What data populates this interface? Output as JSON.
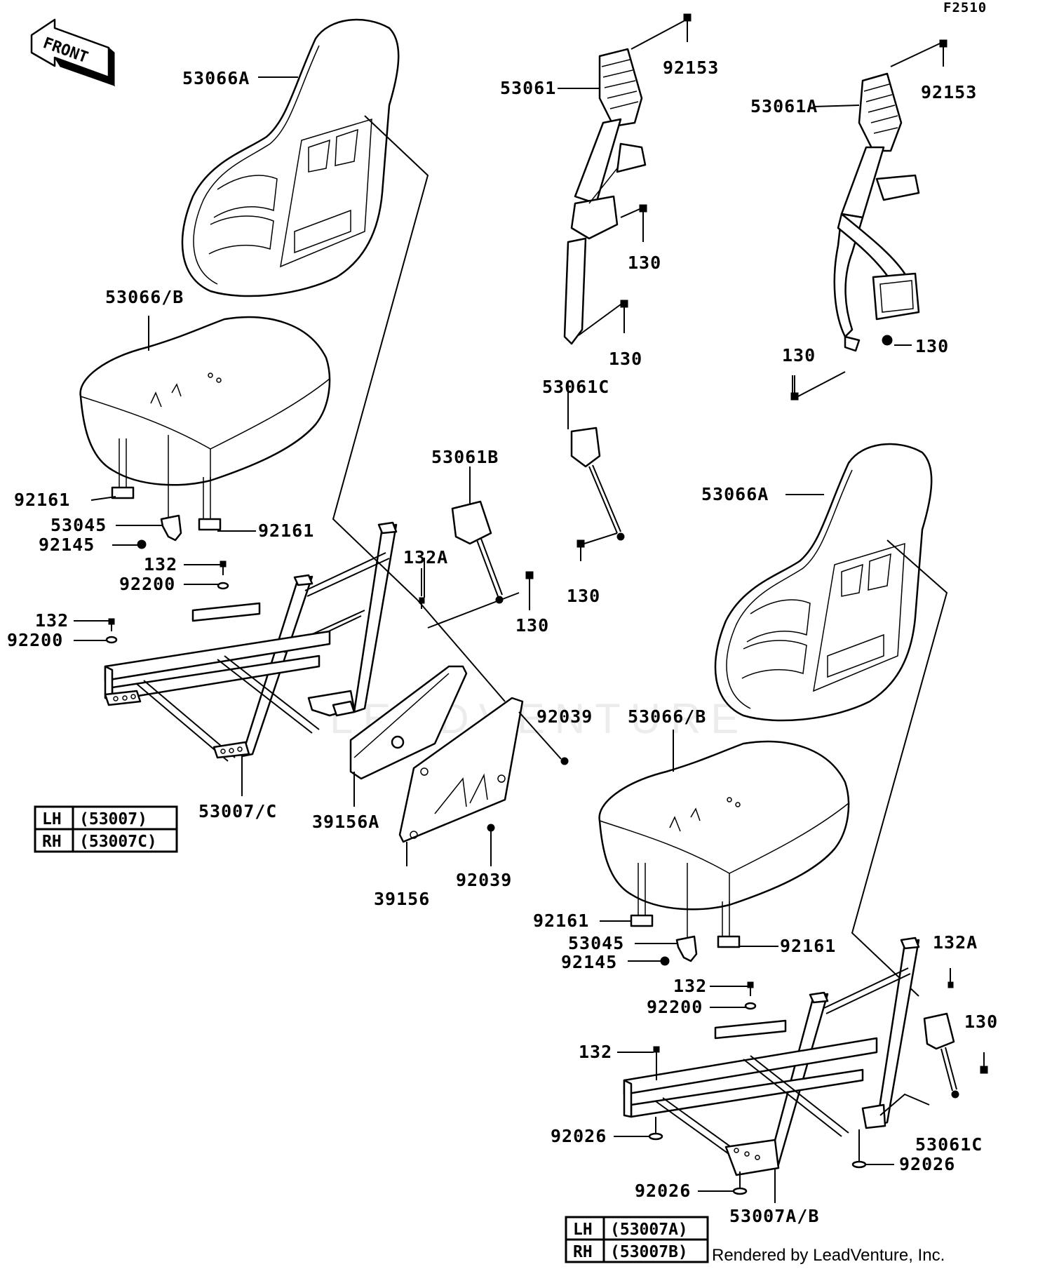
{
  "figure_code": "F2510",
  "front_arrow_label": "FRONT",
  "watermark": "LEADVENTURE",
  "credit": "Rendered by LeadVenture, Inc.",
  "labels": [
    {
      "id": "l1",
      "text": "53066A"
    },
    {
      "id": "l2",
      "text": "53066/B"
    },
    {
      "id": "l3",
      "text": "92161"
    },
    {
      "id": "l4",
      "text": "53045"
    },
    {
      "id": "l5",
      "text": "92145"
    },
    {
      "id": "l6",
      "text": "92161"
    },
    {
      "id": "l7",
      "text": "132"
    },
    {
      "id": "l8",
      "text": "92200"
    },
    {
      "id": "l9",
      "text": "132"
    },
    {
      "id": "l10",
      "text": "92200"
    },
    {
      "id": "l11",
      "text": "132A"
    },
    {
      "id": "l12",
      "text": "53007/C"
    },
    {
      "id": "l13",
      "text": "39156A"
    },
    {
      "id": "l14",
      "text": "39156"
    },
    {
      "id": "l15",
      "text": "92039"
    },
    {
      "id": "l16",
      "text": "92039"
    },
    {
      "id": "l17",
      "text": "53061"
    },
    {
      "id": "l18",
      "text": "92153"
    },
    {
      "id": "l19",
      "text": "130"
    },
    {
      "id": "l20",
      "text": "130"
    },
    {
      "id": "l21",
      "text": "53061A"
    },
    {
      "id": "l22",
      "text": "92153"
    },
    {
      "id": "l23",
      "text": "130"
    },
    {
      "id": "l24",
      "text": "130"
    },
    {
      "id": "l25",
      "text": "53061C"
    },
    {
      "id": "l26",
      "text": "53061B"
    },
    {
      "id": "l27",
      "text": "130"
    },
    {
      "id": "l28",
      "text": "130"
    },
    {
      "id": "l29",
      "text": "53066A"
    },
    {
      "id": "l30",
      "text": "53066/B"
    },
    {
      "id": "l31",
      "text": "92161"
    },
    {
      "id": "l32",
      "text": "53045"
    },
    {
      "id": "l33",
      "text": "92145"
    },
    {
      "id": "l34",
      "text": "92161"
    },
    {
      "id": "l35",
      "text": "132A"
    },
    {
      "id": "l36",
      "text": "132"
    },
    {
      "id": "l37",
      "text": "92200"
    },
    {
      "id": "l38",
      "text": "132"
    },
    {
      "id": "l39",
      "text": "130"
    },
    {
      "id": "l40",
      "text": "53061C"
    },
    {
      "id": "l41",
      "text": "92026"
    },
    {
      "id": "l42",
      "text": "92026"
    },
    {
      "id": "l43",
      "text": "92026"
    },
    {
      "id": "l44",
      "text": "53007A/B"
    }
  ],
  "table_left": [
    {
      "side": "LH",
      "part": "(53007)"
    },
    {
      "side": "RH",
      "part": "(53007C)"
    }
  ],
  "table_right": [
    {
      "side": "LH",
      "part": "(53007A)"
    },
    {
      "side": "RH",
      "part": "(53007B)"
    }
  ]
}
